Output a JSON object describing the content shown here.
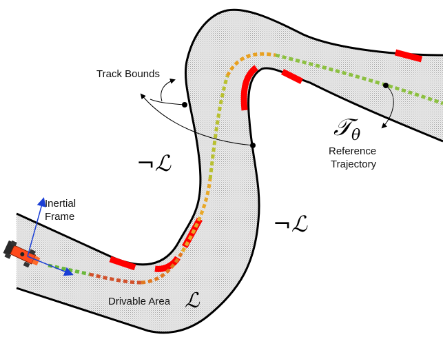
{
  "labels": {
    "track_bounds": "Track Bounds",
    "reference_line1": "Reference",
    "reference_line2": "Trajectory",
    "inertial_line1": "Inertial",
    "inertial_line2": "Frame",
    "drivable_area": "Drivable Area",
    "trajectory_symbol": "𝒯",
    "trajectory_subscript": "θ",
    "set_symbol": "ℒ",
    "negation": "¬"
  },
  "colors": {
    "track_fill": "#e6e6e6",
    "track_boundary": "#000000",
    "curb_red": "#ff0000",
    "frame_axes": "#1a3fd6",
    "car_body": "#ff4a1c",
    "trajectory_start": "#5fb53a",
    "trajectory_mid": "#e8a020",
    "trajectory_hot": "#e02000"
  },
  "icons": [
    "race-car-icon",
    "inertial-frame-axes-icon"
  ]
}
